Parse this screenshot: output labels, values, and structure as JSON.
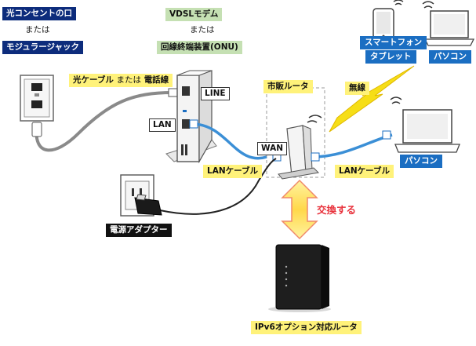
{
  "labels": {
    "optical_outlet": "光コンセントの口",
    "or_1": "または",
    "modular_jack": "モジュラージャック",
    "vdsl_modem": "VDSLモデム",
    "or_2": "または",
    "onu": "回線終端装置(ONU)",
    "cable_caption": "光ケーブル",
    "cable_or": "または",
    "phone_line": "電話線",
    "line_port": "LINE",
    "lan_port": "LAN",
    "retail_router": "市販ルータ",
    "wireless": "無線",
    "wan_port": "WAN",
    "lan_cable_left": "LANケーブル",
    "lan_cable_right": "LANケーブル",
    "smartphone": "スマートフォン",
    "tablet": "タブレット",
    "pc_top": "パソコン",
    "pc_right": "パソコン",
    "power_adapter": "電源アダプター",
    "replace": "交換する",
    "ipv6_router": "IPv6オプション対応ルータ"
  },
  "colors": {
    "navy": "#0d2c7c",
    "green_label": "#c5e0b3",
    "blue_label": "#1b6ec2",
    "yellow_label": "#fff27a",
    "arrow_fill": "#ffd84a",
    "arrow_stroke": "#f08a6a",
    "red_text": "#e8323c",
    "lan_cable": "#3b8fd6",
    "gray_cable": "#8a8a8a"
  }
}
